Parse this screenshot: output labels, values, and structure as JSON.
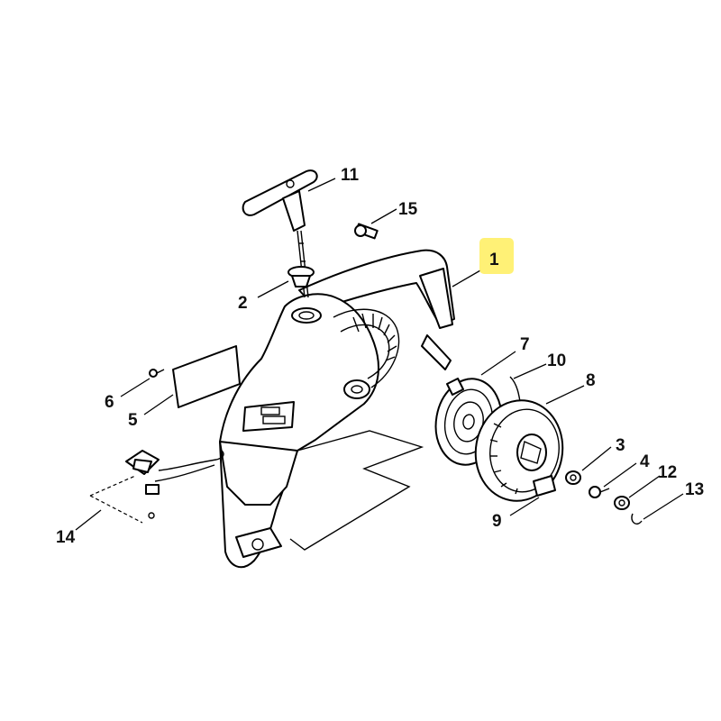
{
  "highlight_color": "#fff176",
  "highlighted_callout": "1",
  "callouts": {
    "c1": "1",
    "c2": "2",
    "c3": "3",
    "c4": "4",
    "c5": "5",
    "c6": "6",
    "c7": "7",
    "c8": "8",
    "c9": "9",
    "c10": "10",
    "c11": "11",
    "c12": "12",
    "c13": "13",
    "c14": "14",
    "c15": "15"
  }
}
